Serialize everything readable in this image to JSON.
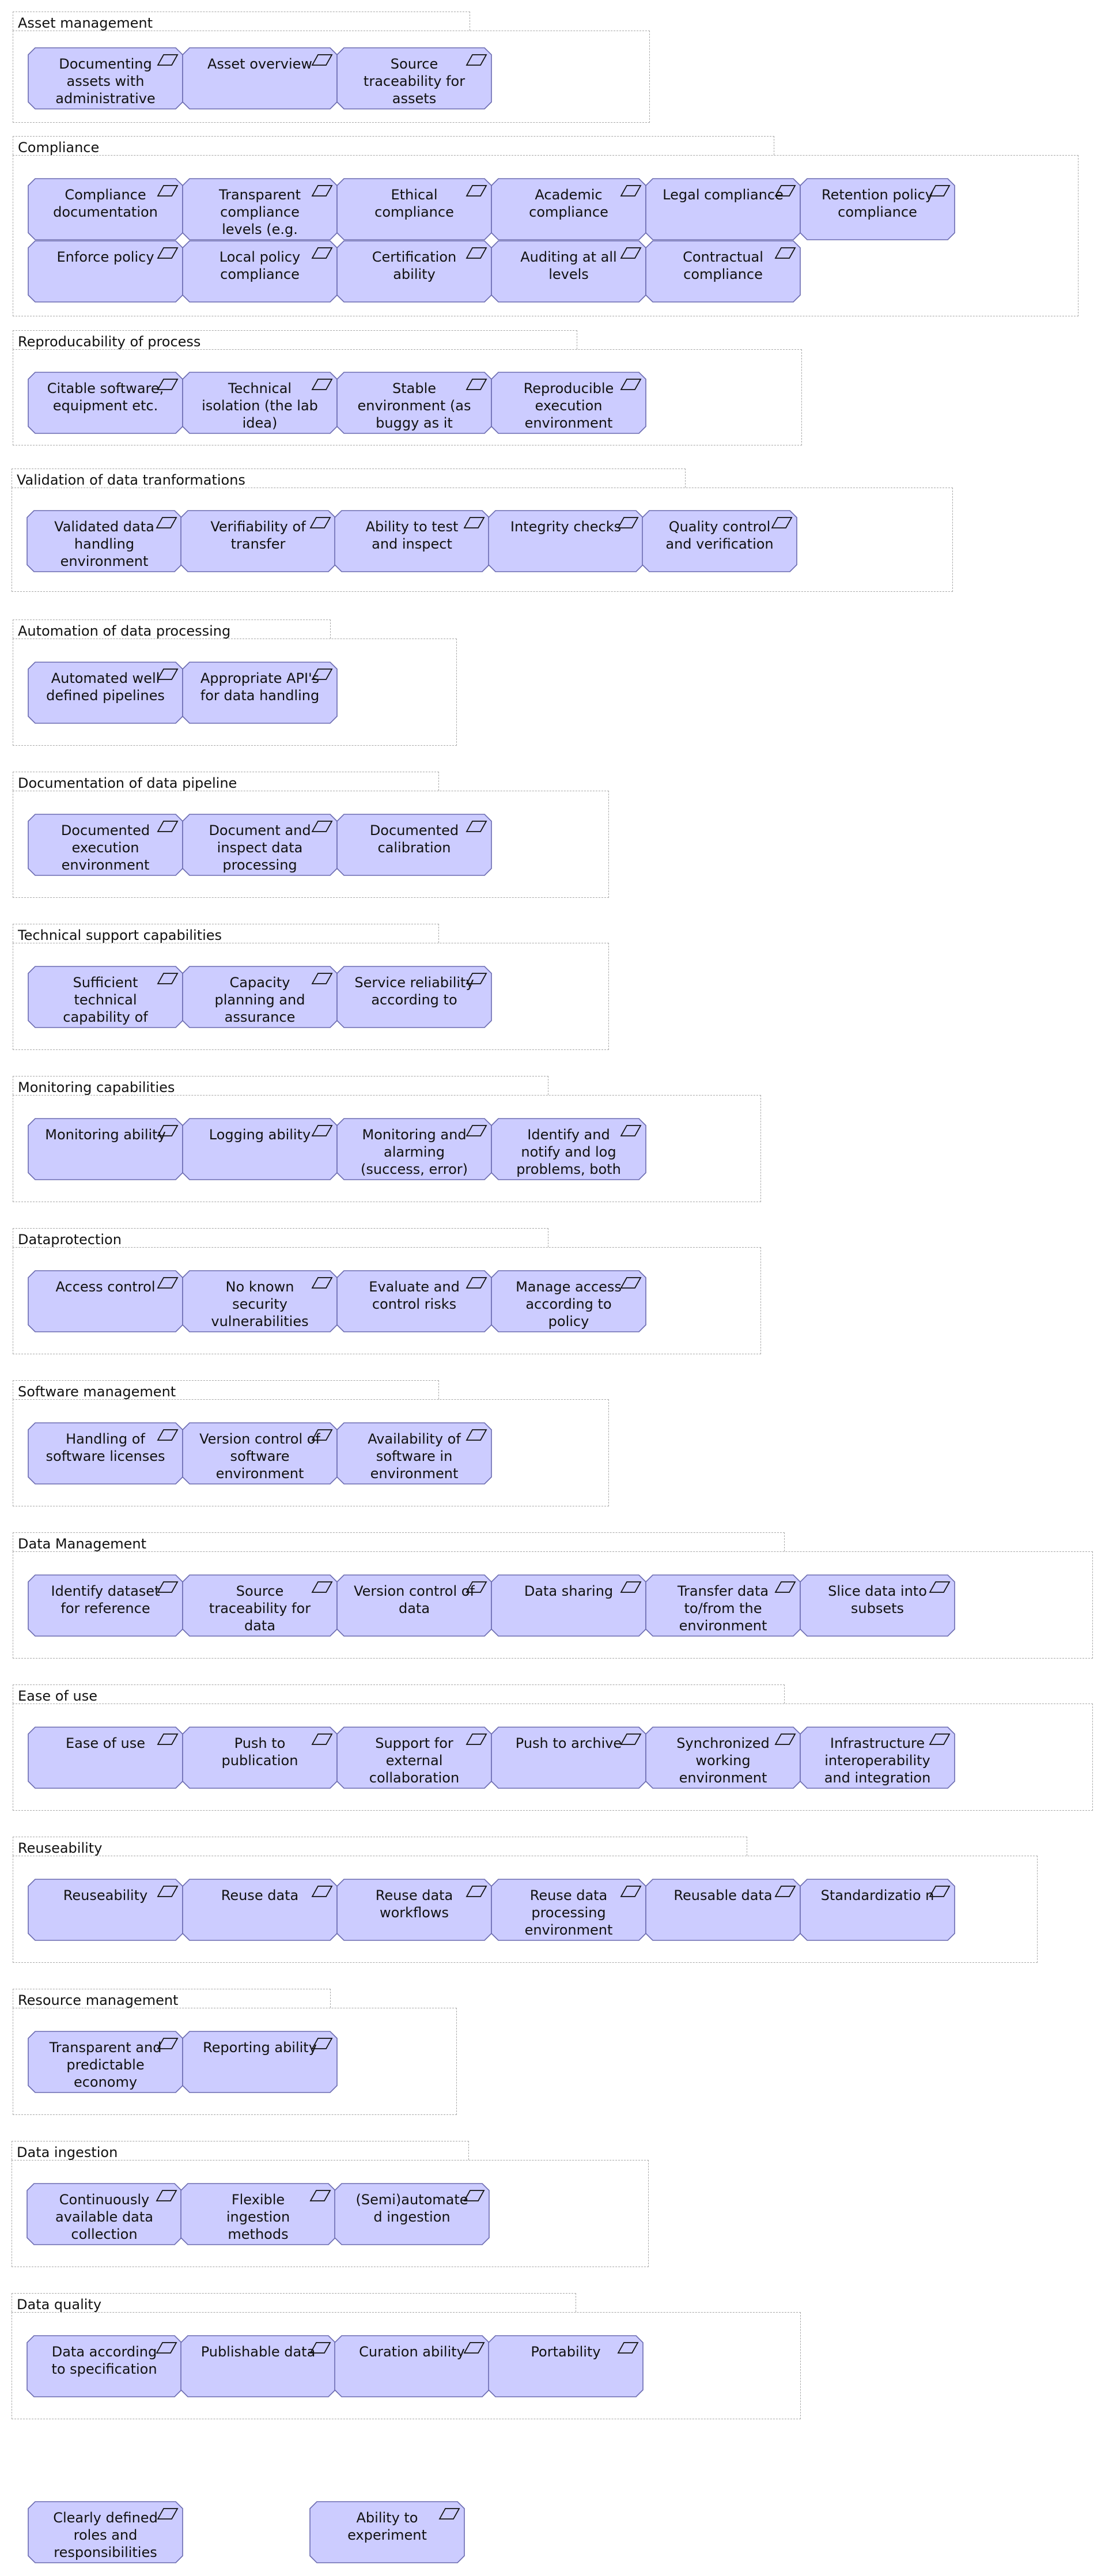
{
  "colors": {
    "element_fill": "#ccccff",
    "element_stroke": "#6b6bb0",
    "group_border": "#a8a8a8"
  },
  "icon": "goal-parallelogram-icon",
  "groups": [
    {
      "title": "Asset management",
      "items": [
        "Documenting assets with administrative",
        "Asset overview",
        "Source traceability for assets"
      ]
    },
    {
      "title": "Compliance",
      "items": [
        "Compliance documentation",
        "Transparent compliance levels (e.g.",
        "Ethical compliance",
        "Academic compliance",
        "Legal compliance",
        "Retention policy compliance",
        "Enforce policy",
        "Local policy compliance",
        "Certification ability",
        "Auditing at all levels",
        "Contractual compliance"
      ]
    },
    {
      "title": "Reproducability of process",
      "items": [
        "Citable software, equipment etc.",
        "Technical isolation (the lab idea)",
        "Stable environment (as buggy as it",
        "Reproducible execution environment"
      ]
    },
    {
      "title": "Validation of data tranformations",
      "items": [
        "Validated data handling environment",
        "Verifiability of transfer",
        "Ability to test and inspect",
        "Integrity checks",
        "Quality control and verification"
      ]
    },
    {
      "title": "Automation of data processing",
      "items": [
        "Automated well defined pipelines",
        "Appropriate API's for data handling"
      ]
    },
    {
      "title": "Documentation of data pipeline",
      "items": [
        "Documented execution environment",
        "Document and inspect data processing",
        "Documented calibration"
      ]
    },
    {
      "title": "Technical support capabilities",
      "items": [
        "Sufficient technical capability of",
        "Capacity planning and assurance",
        "Service reliability according to"
      ]
    },
    {
      "title": "Monitoring capabilities",
      "items": [
        "Monitoring ability",
        "Logging ability",
        "Monitoring and alarming (success, error)",
        "Identify and notify and log problems, both"
      ]
    },
    {
      "title": "Dataprotection",
      "items": [
        "Access control",
        "No known security vulnerabilities",
        "Evaluate and control risks",
        "Manage access according to policy"
      ]
    },
    {
      "title": "Software management",
      "items": [
        "Handling of software licenses",
        "Version control of software environment",
        "Availability of software in environment"
      ]
    },
    {
      "title": "Data Management",
      "items": [
        "Identify dataset for reference",
        "Source traceability for data",
        "Version control of data",
        "Data sharing",
        "Transfer data to/from the environment",
        "Slice data into subsets"
      ]
    },
    {
      "title": "Ease of use",
      "items": [
        "Ease of use",
        "Push to publication",
        "Support for external collaboration",
        "Push to archive",
        "Synchronized working environment",
        "Infrastructure interoperability and integration"
      ]
    },
    {
      "title": "Reuseability",
      "items": [
        "Reuseability",
        "Reuse data",
        "Reuse data workflows",
        "Reuse data processing environment",
        "Reusable data",
        "Standardizatio n"
      ]
    },
    {
      "title": "Resource management",
      "items": [
        "Transparent and predictable economy",
        "Reporting ability"
      ]
    },
    {
      "title": "Data ingestion",
      "items": [
        "Continuously available data collection",
        "Flexible ingestion methods",
        "(Semi)automate d ingestion"
      ]
    },
    {
      "title": "Data quality",
      "items": [
        "Data according to specification",
        "Publishable data",
        "Curation ability",
        "Portability"
      ]
    }
  ],
  "loose": [
    "Clearly defined roles and responsibilities",
    "Ability to experiment"
  ]
}
